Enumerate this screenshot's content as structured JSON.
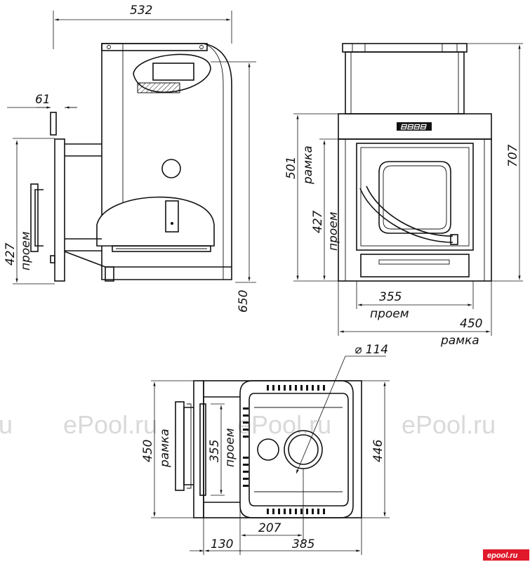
{
  "watermark": {
    "left": "u",
    "middle_left": "ePool.ru",
    "middle_right": "ePool.ru",
    "right": "ePool.ru"
  },
  "logo_text": "epool.ru",
  "side_view": {
    "overall_width": "532",
    "frame_depth": "61",
    "opening_height": "427",
    "opening_label": "проем",
    "overall_height": "650"
  },
  "front_view": {
    "frame_height": "501",
    "frame_label": "рамка",
    "opening_height": "427",
    "opening_label": "проем",
    "overall_height": "707",
    "opening_width": "355",
    "opening_width_label": "проем",
    "frame_width": "450",
    "frame_width_label": "рамка"
  },
  "top_view": {
    "flue_diameter": "⌀ 114",
    "frame_height": "450",
    "frame_label": "рамка",
    "opening_height": "355",
    "opening_label": "проем",
    "body_depth": "446",
    "offset": "207",
    "frame_offset": "130",
    "body_width": "385"
  }
}
